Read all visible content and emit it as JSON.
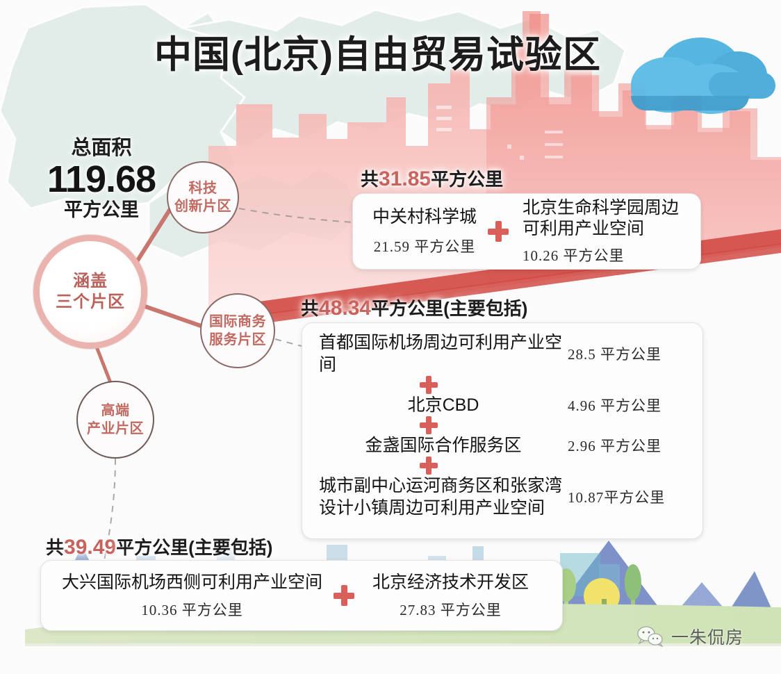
{
  "title": "中国(北京)自由贸易试验区",
  "total": {
    "label": "总面积",
    "value": "119.68",
    "unit": "平方公里"
  },
  "hub": {
    "line1": "涵盖",
    "line2": "三个片区"
  },
  "nodes": [
    {
      "id": "tech",
      "line1": "科技",
      "line2": "创新片区"
    },
    {
      "id": "intl",
      "line1": "国际商务",
      "line2": "服务片区"
    },
    {
      "id": "high",
      "line1": "高端",
      "line2": "产业片区"
    }
  ],
  "sections": [
    {
      "head_prefix": "共",
      "head_value": "31.85",
      "head_suffix": "平方公里",
      "layout": "pair",
      "items": [
        {
          "name": "中关村科学城",
          "value": "21.59 平方公里"
        },
        {
          "name": "北京生命科学园周边\n可利用产业空间",
          "value": "10.26 平方公里"
        }
      ]
    },
    {
      "head_prefix": "共",
      "head_value": "48.34",
      "head_suffix": "平方公里(主要包括)",
      "layout": "rows",
      "items": [
        {
          "name": "首都国际机场周边可利用产业空间",
          "value": "28.5 平方公里"
        },
        {
          "name": "北京CBD",
          "value": "4.96 平方公里"
        },
        {
          "name": "金盏国际合作服务区",
          "value": "2.96 平方公里"
        },
        {
          "name": "城市副中心运河商务区和张家湾\n设计小镇周边可利用产业空间",
          "value": "10.87平方公里"
        }
      ]
    },
    {
      "head_prefix": "共",
      "head_value": "39.49",
      "head_suffix": "平方公里(主要包括)",
      "layout": "pair",
      "items": [
        {
          "name": "大兴国际机场西侧可利用产业空间",
          "value": "10.36 平方公里"
        },
        {
          "name": "北京经济技术开发区",
          "value": "27.83 平方公里"
        }
      ]
    }
  ],
  "watermark": {
    "text": "一朱侃房"
  },
  "colors": {
    "accent_red": "#c9615c",
    "plus_red": "#d9605a",
    "node_text": "#c06a62",
    "hub_ring": "#eab3ae",
    "skyline_pink": "#f08e8a",
    "cloud_blue": "#4fb3e0",
    "map_teal": "#cfe2dc"
  }
}
